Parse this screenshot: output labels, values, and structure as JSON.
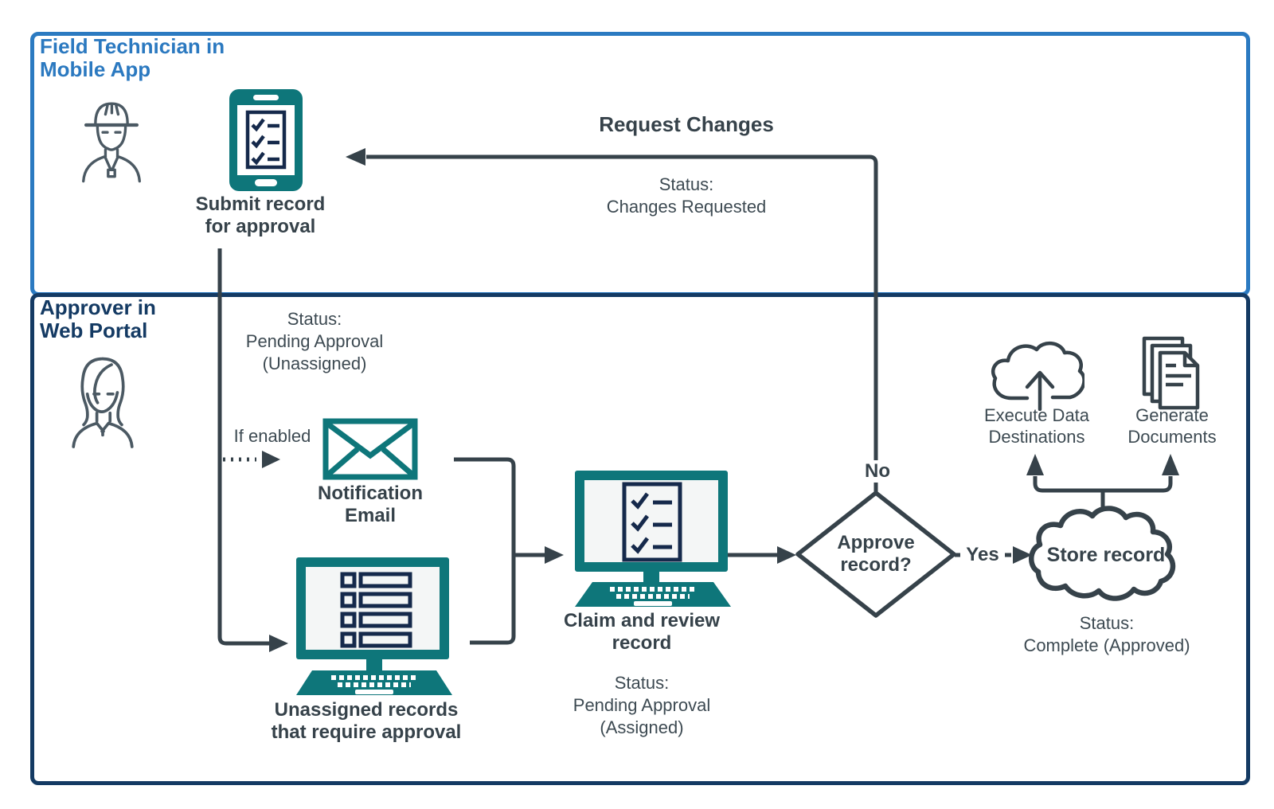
{
  "lanes": {
    "mobile": {
      "title": "Field Technician in\nMobile App"
    },
    "web": {
      "title": "Approver in\nWeb Portal"
    }
  },
  "nodes": {
    "submit_record": {
      "label": "Submit record\nfor approval"
    },
    "notification_email": {
      "label": "Notification\nEmail"
    },
    "unassigned_records": {
      "label": "Unassigned records\nthat require approval"
    },
    "claim_review": {
      "label": "Claim and review\nrecord"
    },
    "approve_decision": {
      "label": "Approve\nrecord?"
    },
    "store_record": {
      "label": "Store record"
    },
    "execute_data_destinations": {
      "label": "Execute Data\nDestinations"
    },
    "generate_documents": {
      "label": "Generate\nDocuments"
    }
  },
  "edges": {
    "request_changes": "Request Changes",
    "no": "No",
    "yes": "Yes",
    "if_enabled": "If enabled"
  },
  "statuses": {
    "changes_requested": "Status:\nChanges Requested",
    "pending_unassigned": "Status:\nPending Approval\n(Unassigned)",
    "pending_assigned": "Status:\nPending Approval\n(Assigned)",
    "complete_approved": "Status:\nComplete (Approved)"
  },
  "colors": {
    "mobile_lane_border": "#2b7ac1",
    "web_lane_border": "#143a63",
    "teal": "#0e767a",
    "checklist_navy": "#15294b",
    "connector": "#36424a",
    "person_gray": "#4b5963"
  }
}
